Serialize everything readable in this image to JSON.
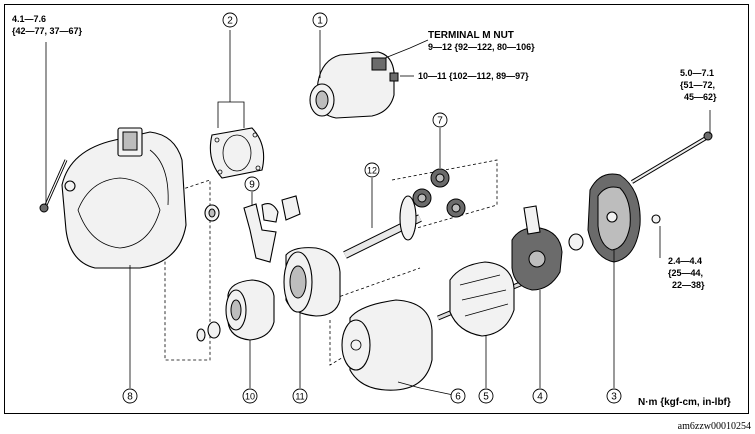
{
  "callouts": [
    {
      "num": "1"
    },
    {
      "num": "2"
    },
    {
      "num": "3"
    },
    {
      "num": "4"
    },
    {
      "num": "5"
    },
    {
      "num": "6"
    },
    {
      "num": "7"
    },
    {
      "num": "8"
    },
    {
      "num": "9"
    },
    {
      "num": "10"
    },
    {
      "num": "11"
    },
    {
      "num": "12"
    }
  ],
  "torque_labels": {
    "bolt_left_1": "4.1—7.6",
    "bolt_left_2": "{42—77, 37—67}",
    "terminal_title": "TERMINAL M NUT",
    "terminal_value": "9—12 {92—122, 80—106}",
    "solenoid_nut": "10—11 {102—112, 89—97}",
    "through_bolt_1": "5.0—7.1",
    "through_bolt_2": "{51—72,",
    "through_bolt_3": "45—62}",
    "screw_1": "2.4—4.4",
    "screw_2": "{25—44,",
    "screw_3": "22—38}"
  },
  "units_legend": "N·m {kgf-cm, in-lbf}",
  "figure_id": "am6zzw00010254"
}
